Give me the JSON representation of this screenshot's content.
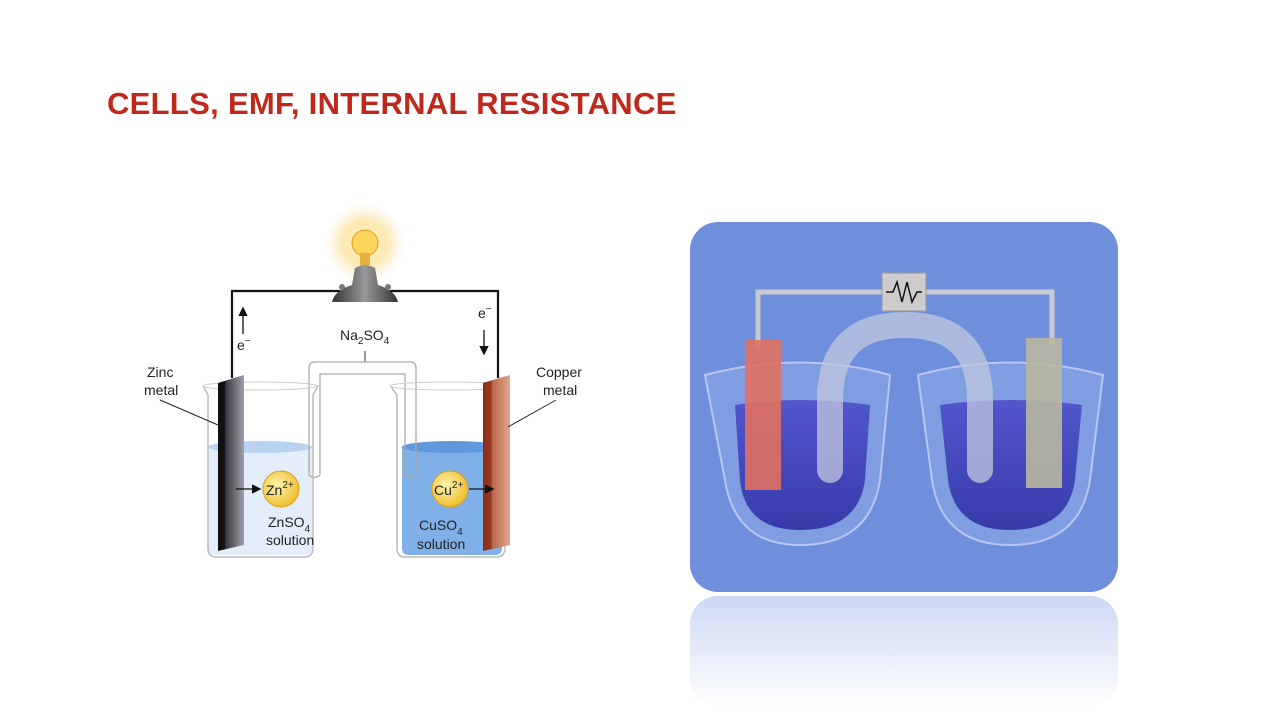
{
  "slide": {
    "title": "CELLS, EMF, INTERNAL RESISTANCE"
  },
  "diagram_left": {
    "zinc_label_line1": "Zinc",
    "zinc_label_line2": "metal",
    "copper_label_line1": "Copper",
    "copper_label_line2": "metal",
    "electron_left": "e",
    "electron_right": "e",
    "electron_charge": "−",
    "salt_bridge_base": "Na",
    "salt_bridge_sub1": "2",
    "salt_bridge_mid": "SO",
    "salt_bridge_sub2": "4",
    "zn_ion": "Zn",
    "zn_charge": "2+",
    "cu_ion": "Cu",
    "cu_charge": "2+",
    "zn_solution_base": "ZnSO",
    "zn_solution_sub": "4",
    "zn_solution_word": "solution",
    "cu_solution_base": "CuSO",
    "cu_solution_sub": "4",
    "cu_solution_word": "solution"
  },
  "colors": {
    "title": "#c0281c",
    "panel": "#6f8fdc",
    "copper": "#a84a2e",
    "zinc": "#4a4a52",
    "cu_solution": "#7fb0e8",
    "zn_solution": "#e3eefa"
  }
}
